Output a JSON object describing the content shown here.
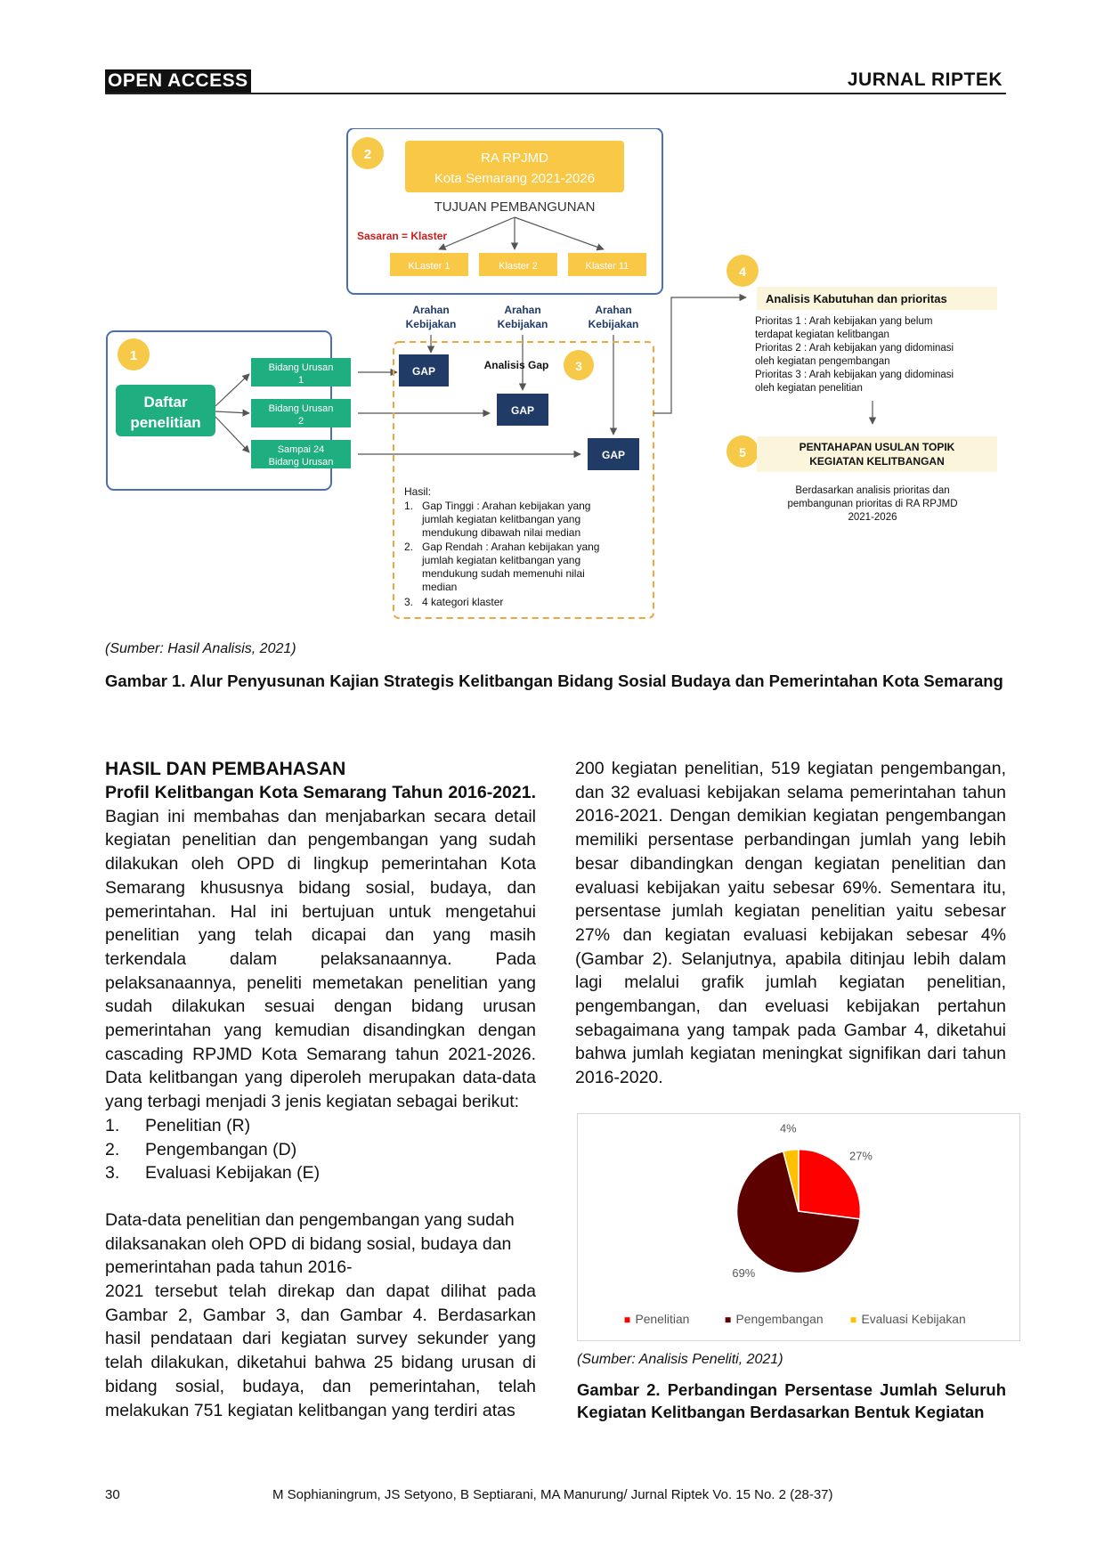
{
  "header": {
    "open_access": "OPEN ACCESS",
    "journal": "JURNAL RIPTEK"
  },
  "figure1": {
    "box2": {
      "badge": "2",
      "title_line1": "RA RPJMD",
      "title_line2": "Kota Semarang 2021-2026",
      "tujuan": "TUJUAN PEMBANGUNAN",
      "sasaran": "Sasaran = Klaster",
      "klaster": [
        "KLaster 1",
        "Klaster 2",
        "Klaster 11"
      ]
    },
    "arahan": [
      {
        "line1": "Arahan",
        "line2": "Kebijakan"
      },
      {
        "line1": "Arahan",
        "line2": "Kebijakan"
      },
      {
        "line1": "Arahan",
        "line2": "Kebijakan"
      }
    ],
    "box1": {
      "badge": "1",
      "title_line1": "Daftar",
      "title_line2": "penelitian",
      "items": [
        {
          "line1": "Bidang Urusan",
          "line2": "1"
        },
        {
          "line1": "Bidang Urusan",
          "line2": "2"
        },
        {
          "line1": "Sampai 24",
          "line2": "Bidang Urusan"
        }
      ]
    },
    "box3": {
      "badge": "3",
      "title": "Analisis Gap",
      "gap_labels": [
        "GAP",
        "GAP",
        "GAP"
      ],
      "hasil_label": "Hasil:",
      "hasil_items": [
        {
          "num": "1.",
          "lines": [
            "Gap Tinggi : Arahan kebijakan yang",
            "jumlah kegiatan kelitbangan yang",
            "mendukung dibawah nilai median"
          ]
        },
        {
          "num": "2.",
          "lines": [
            "Gap Rendah : Arahan kebijakan yang",
            "jumlah kegiatan kelitbangan yang",
            "mendukung sudah memenuhi nilai",
            "median"
          ]
        },
        {
          "num": "3.",
          "lines": [
            "4 kategori klaster"
          ]
        }
      ]
    },
    "box4": {
      "badge": "4",
      "title": "Analisis Kabutuhan dan prioritas",
      "lines": [
        "Prioritas 1 : Arah kebijakan yang belum",
        "terdapat kegiatan kelitbangan",
        "Prioritas 2 : Arah kebijakan yang didominasi",
        "oleh kegiatan pengembangan",
        "Prioritas 3 : Arah kebijakan yang didominasi",
        "oleh kegiatan penelitian"
      ]
    },
    "box5": {
      "badge": "5",
      "title_line1": "PENTAHAPAN USULAN TOPIK",
      "title_line2": "KEGIATAN KELITBANGAN",
      "lines": [
        "Berdasarkan analisis prioritas dan",
        "pembangunan prioritas di RA RPJMD",
        "2021-2026"
      ]
    }
  },
  "figure1_source": "(Sumber: Hasil Analisis, 2021)",
  "figure1_caption": "Gambar 1. Alur Penyusunan Kajian Strategis Kelitbangan Bidang Sosial Budaya dan Pemerintahan Kota Semarang",
  "section": {
    "heading": "HASIL DAN PEMBAHASAN",
    "subheading": "Profil Kelitbangan Kota Semarang Tahun 2016-2021.",
    "para1": "Bagian ini membahas dan menjabarkan secara detail kegiatan penelitian dan pengembangan yang sudah dilakukan oleh OPD di lingkup pemerintahan Kota Semarang khususnya bidang sosial, budaya, dan pemerintahan. Hal ini bertujuan untuk mengetahui penelitian yang telah dicapai dan yang masih terkendala dalam pelaksanaannya. Pada pelaksanaannya, peneliti memetakan penelitian yang sudah dilakukan sesuai dengan bidang urusan pemerintahan yang kemudian disandingkan dengan cascading RPJMD Kota Semarang tahun 2021-2026. Data kelitbangan yang diperoleh merupakan data-data yang terbagi menjadi 3 jenis kegiatan sebagai berikut:",
    "list": [
      {
        "num": "1.",
        "text": "Penelitian (R)"
      },
      {
        "num": "2.",
        "text": "Pengembangan (D)"
      },
      {
        "num": "3.",
        "text": "Evaluasi Kebijakan (E)"
      }
    ],
    "para2a": "Data-data penelitian dan pengembangan yang sudah dilaksanakan oleh OPD di bidang sosial, budaya dan pemerintahan pada tahun 2016-",
    "para2b": "2021 tersebut telah direkap dan dapat dilihat pada Gambar 2, Gambar 3, dan Gambar 4. Berdasarkan hasil pendataan dari kegiatan survey sekunder yang telah dilakukan, diketahui bahwa 25 bidang urusan di bidang sosial, budaya, dan pemerintahan, telah melakukan 751 kegiatan kelitbangan yang terdiri atas",
    "para3": "200 kegiatan penelitian, 519 kegiatan pengembangan, dan 32 evaluasi kebijakan selama pemerintahan tahun 2016-2021. Dengan demikian kegiatan pengembangan memiliki persentase perbandingan jumlah yang lebih besar dibandingkan dengan kegiatan penelitian dan evaluasi kebijakan yaitu sebesar 69%. Sementara itu, persentase jumlah kegiatan penelitian yaitu sebesar 27% dan kegiatan evaluasi kebijakan sebesar 4% (Gambar 2). Selanjutnya, apabila ditinjau lebih dalam lagi melalui grafik jumlah kegiatan penelitian, pengembangan, dan eveluasi kebijakan pertahun sebagaimana yang tampak pada Gambar 4, diketahui bahwa jumlah kegiatan meningkat signifikan dari tahun 2016-2020."
  },
  "chart_data": {
    "type": "pie",
    "categories": [
      "Penelitian",
      "Pengembangan",
      "Evaluasi Kebijakan"
    ],
    "values": [
      27,
      69,
      4
    ],
    "labels": [
      "27%",
      "69%",
      "4%"
    ],
    "colors": [
      "#ff0000",
      "#5c0000",
      "#ffc000"
    ],
    "legend_position": "bottom"
  },
  "figure2_source": "(Sumber: Analisis Peneliti, 2021)",
  "figure2_caption": "Gambar 2. Perbandingan Persentase Jumlah Seluruh Kegiatan Kelitbangan Berdasarkan Bentuk Kegiatan",
  "footer": {
    "page": "30",
    "citation": "M Sophianingrum, JS Setyono, B Septiarani, MA Manurung/ Jurnal Riptek Vo. 15 No. 2 (28-37)"
  }
}
